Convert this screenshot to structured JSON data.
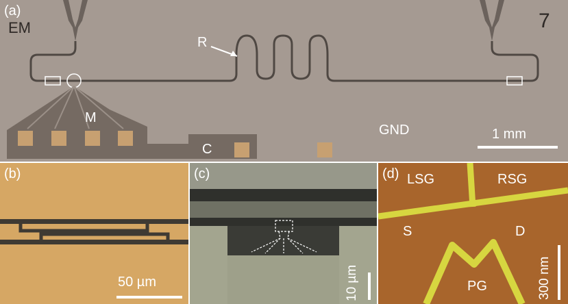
{
  "figure": {
    "panels": [
      {
        "id": "a",
        "label": "(a)",
        "annotations": {
          "resonator": "R",
          "gate_lines": "M",
          "coupler": "C",
          "ground": "GND"
        },
        "chip_marks": {
          "left": "EM",
          "right": "7"
        },
        "scale_bar": {
          "label": "1 mm"
        }
      },
      {
        "id": "b",
        "label": "(b)",
        "scale_bar": {
          "label": "50 µm"
        }
      },
      {
        "id": "c",
        "label": "(c)",
        "scale_bar": {
          "label": "10 µm"
        }
      },
      {
        "id": "d",
        "label": "(d)",
        "annotations": {
          "left_side_gate": "LSG",
          "right_side_gate": "RSG",
          "source": "S",
          "drain": "D",
          "plunger_gate": "PG"
        },
        "scale_bar": {
          "label": "300 nm"
        }
      }
    ]
  },
  "colors": {
    "panel_a_background": "#a59a92",
    "panel_b_background": "#d6a764",
    "panel_c_background": "#8a8c72",
    "panel_d_background": "#a8652c",
    "gate_afm_yellow": "#d7d640",
    "annotation_white": "#ffffff"
  }
}
